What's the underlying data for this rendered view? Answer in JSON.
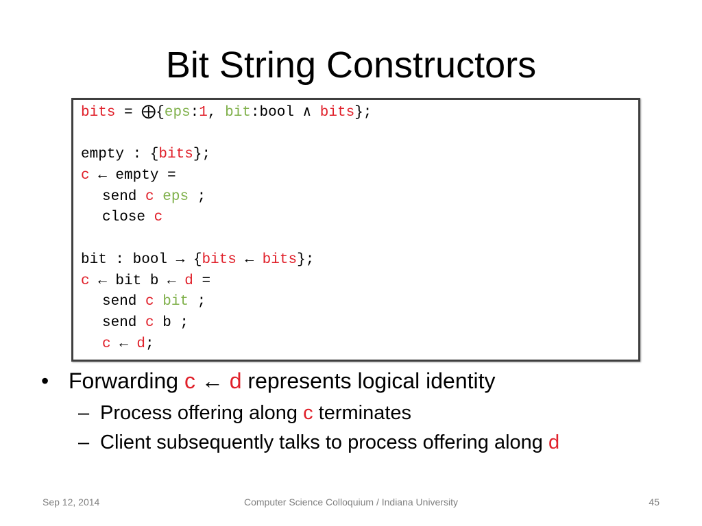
{
  "slide": {
    "title": "Bit String Constructors",
    "code": {
      "l1": {
        "a": "bits",
        "b": " = ",
        "c": "⨁{",
        "d": "eps",
        "e": ":",
        "f": "1",
        "g": ", ",
        "h": "bit",
        "i": ":bool ∧ ",
        "j": "bits",
        "k": "};"
      },
      "l3": {
        "a": "empty : {",
        "b": "bits",
        "c": "};"
      },
      "l4": {
        "a": "c",
        "b": " ← empty ="
      },
      "l5": {
        "a": "send ",
        "b": "c",
        "c": " ",
        "d": "eps",
        "e": " ;"
      },
      "l6": {
        "a": "close ",
        "b": "c"
      },
      "l8": {
        "a": "bit : bool → {",
        "b": "bits",
        "c": " ← ",
        "d": "bits",
        "e": "};"
      },
      "l9": {
        "a": "c",
        "b": " ← bit b ← ",
        "c": "d",
        "d": " ="
      },
      "l10": {
        "a": "send ",
        "b": "c",
        "c": " ",
        "d": "bit",
        "e": " ;"
      },
      "l11": {
        "a": "send ",
        "b": "c",
        "c": " b ;"
      },
      "l12": {
        "a": "c",
        "b": " ← ",
        "c": "d",
        "d": ";"
      }
    },
    "bullet1": {
      "marker": "•",
      "a": "Forwarding ",
      "b": "c",
      "c": " ← ",
      "d": "d",
      "e": " represents logical identity"
    },
    "bullet2": {
      "marker": "–",
      "a": "Process offering along ",
      "b": "c",
      "c": " terminates"
    },
    "bullet3": {
      "marker": "–",
      "a": "Client subsequently talks to process offering along ",
      "b": "d"
    },
    "footer": {
      "date": "Sep 12, 2014",
      "center": "Computer Science Colloquium / Indiana University",
      "page": "45"
    }
  },
  "colors": {
    "accent_red": "#e0202a",
    "label_green": "#7fb04a",
    "footer_gray": "#7f7f7f"
  }
}
